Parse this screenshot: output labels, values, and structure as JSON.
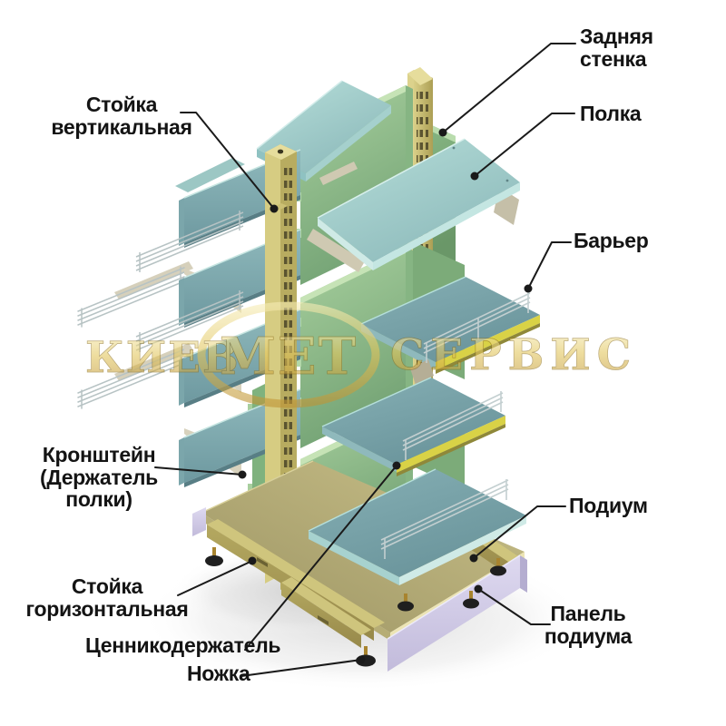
{
  "labels": {
    "back_wall": "Задняя\nстенка",
    "shelf": "Полка",
    "barrier": "Барьер",
    "podium": "Подиум",
    "podium_panel": "Панель\nподиума",
    "vertical_post": "Стойка\nвертикальная",
    "bracket": "Кронштейн\n(Держатель\nполки)",
    "horizontal_post": "Стойка\nгоризонтальная",
    "price_tag_holder": "Ценникодержатель",
    "leg": "Ножка"
  },
  "watermark": {
    "left": "КИЕВ",
    "center": "МЕТ",
    "right": "СЕРВИС"
  },
  "colors": {
    "shelf_teal": "#8fb9bc",
    "shelf_teal_light": "#b7dfda",
    "back_wall_green": "#93c48e",
    "post_olive": "#c9bf6e",
    "podium_olive": "#b4ab74",
    "podium_panel_lavender": "#cdc7e2",
    "price_strip_yellow": "#d9d246",
    "bracket_beige": "#d6d0bb",
    "barrier_wire": "#c3cfd0",
    "foot_black": "#1f1f1f",
    "leader_line": "#1a1a1a",
    "label_text": "#141414",
    "watermark_gold": "#d9b94a",
    "background": "#ffffff"
  }
}
